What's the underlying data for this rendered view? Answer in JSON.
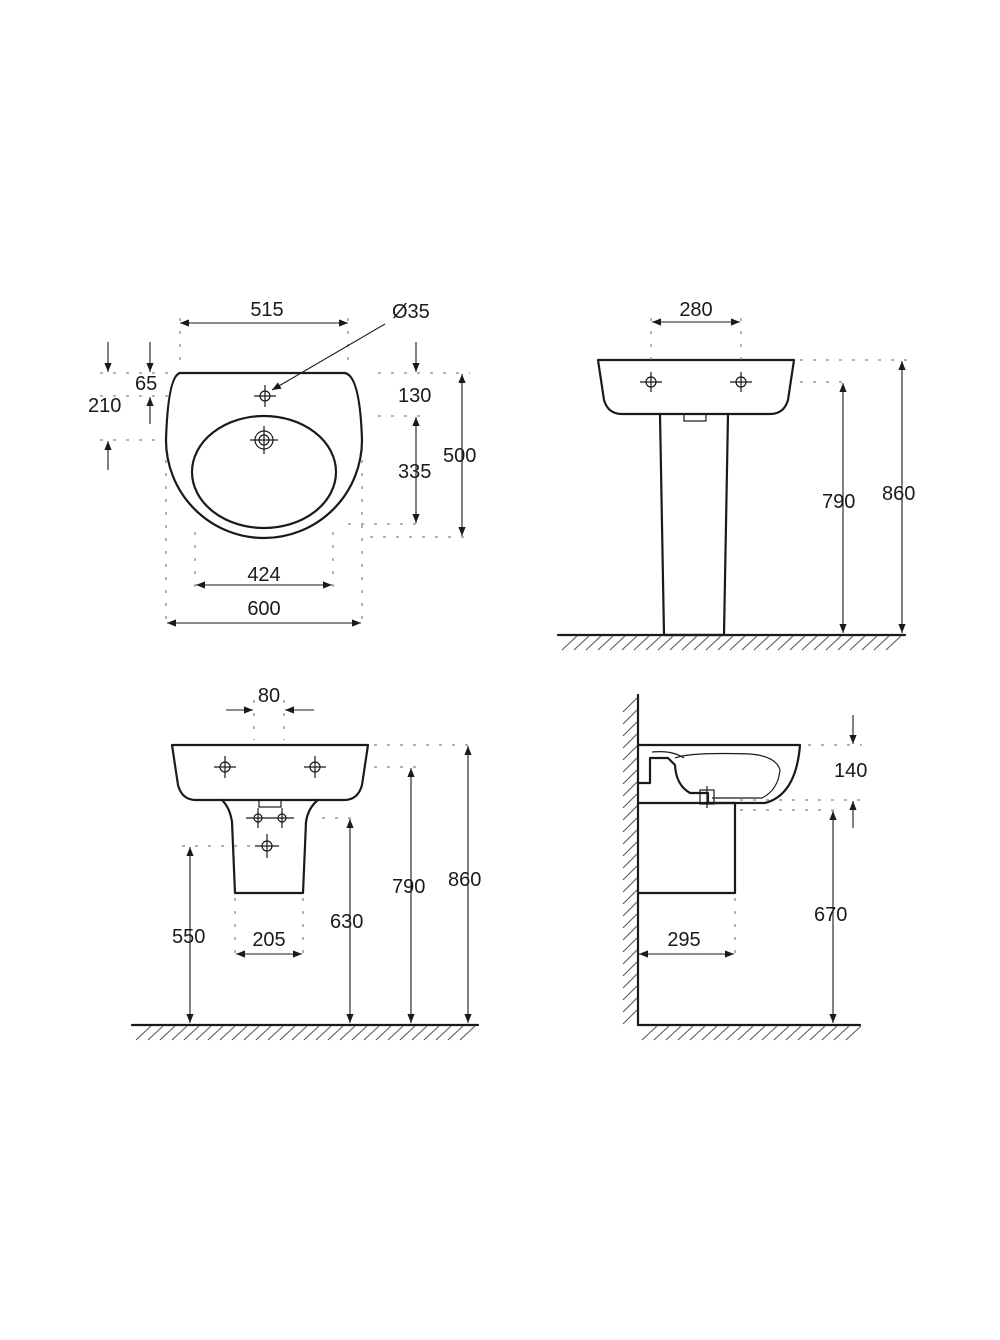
{
  "colors": {
    "line": "#1a1a1a",
    "background": "#ffffff"
  },
  "plan": {
    "d_width_inner": "515",
    "d_tap_hole": "Ø35",
    "d_210": "210",
    "d_65": "65",
    "d_130": "130",
    "d_500": "500",
    "d_335": "335",
    "d_424": "424",
    "d_600": "600"
  },
  "pedestal": {
    "d_280": "280",
    "d_790": "790",
    "d_860": "860"
  },
  "semi_front": {
    "d_80": "80",
    "d_550": "550",
    "d_205": "205",
    "d_630": "630",
    "d_790": "790",
    "d_860": "860"
  },
  "semi_side": {
    "d_140": "140",
    "d_670": "670",
    "d_295": "295"
  }
}
